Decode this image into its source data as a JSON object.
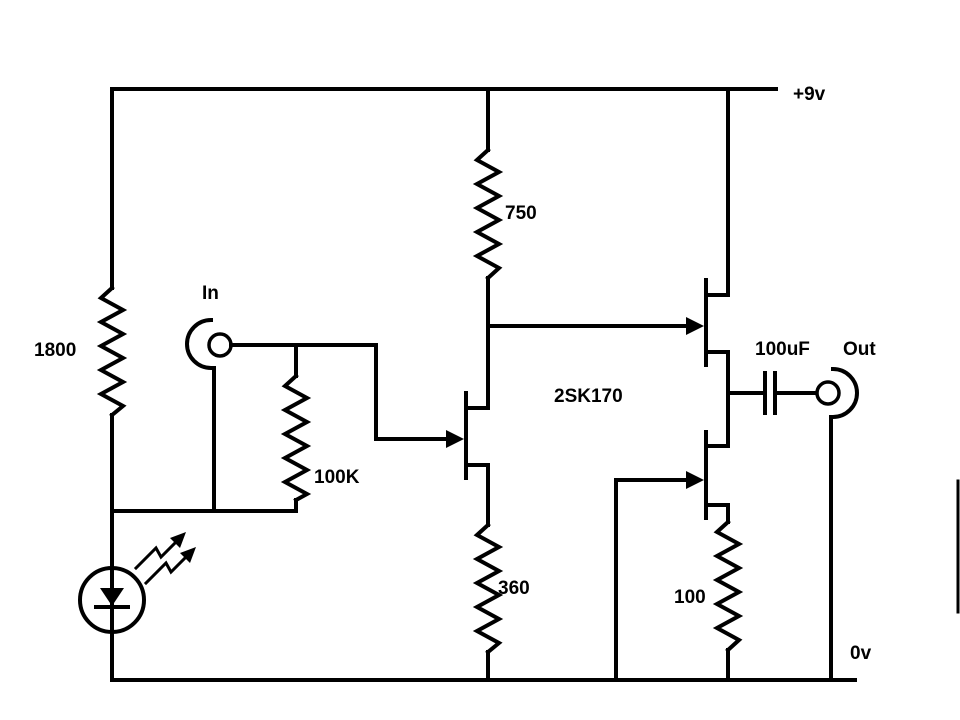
{
  "labels": {
    "supply": "+9v",
    "ground": "0v",
    "r_bias": "1800",
    "input": "In",
    "r_input": "100K",
    "r_drain": "750",
    "transistor": "2SK170",
    "r_source": "360",
    "capacitor": "100uF",
    "output": "Out",
    "r_output": "100"
  }
}
